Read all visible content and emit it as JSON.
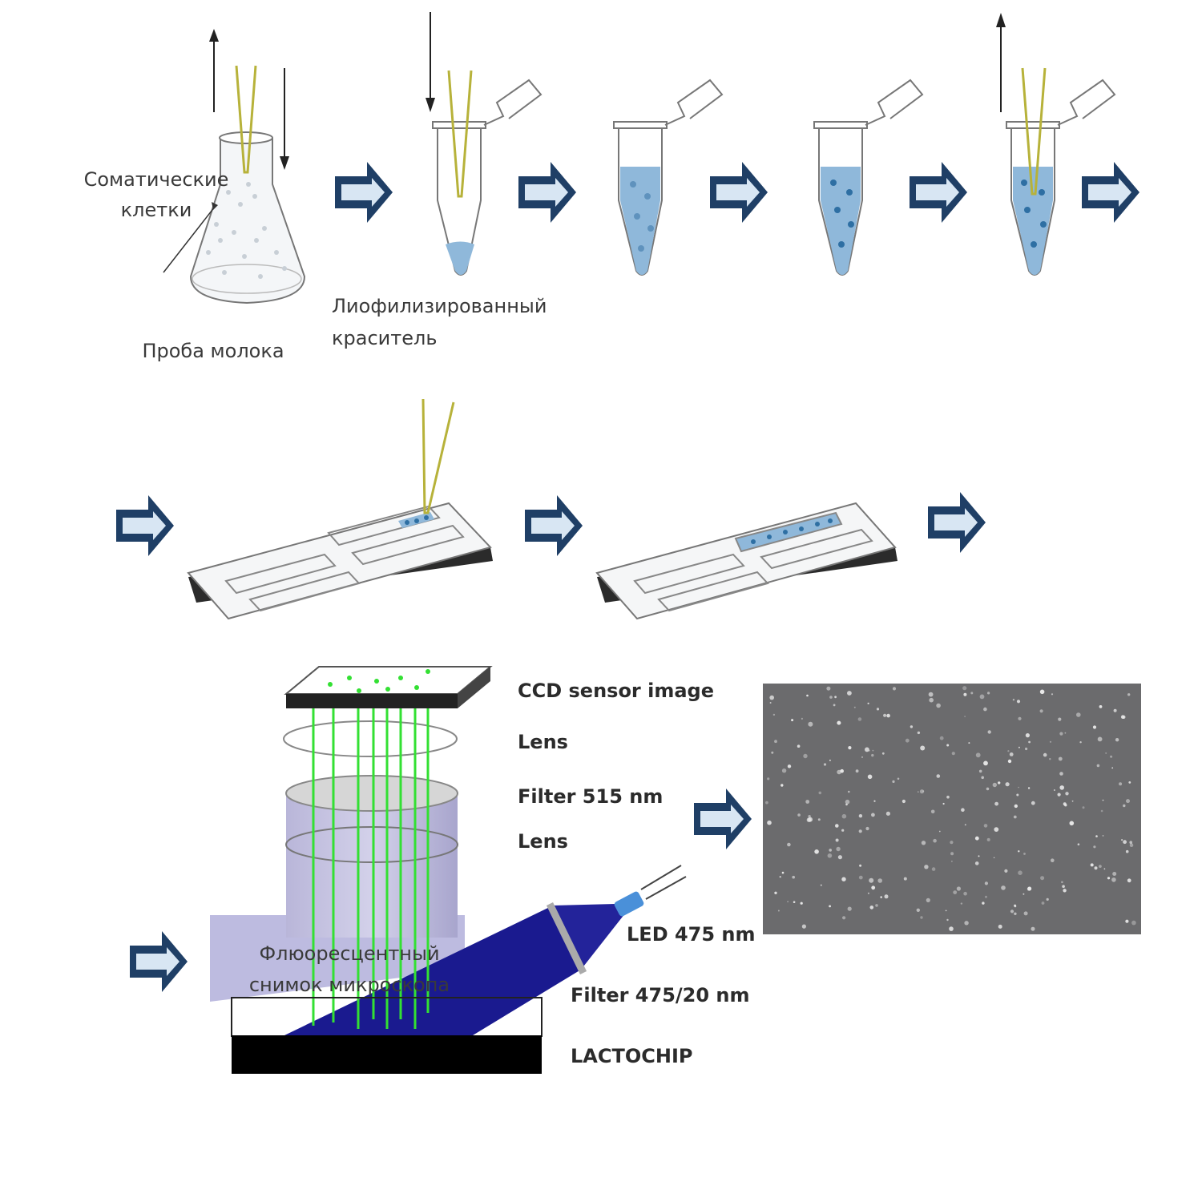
{
  "labels": {
    "somatic_line1": "Соматические",
    "somatic_line2": "клетки",
    "milk_sample": "Проба молока",
    "dye_line1": "Лиофилизированный",
    "dye_line2": "краситель",
    "fluor_line1": "Флюоресцентный",
    "fluor_line2": "снимок микроскопа",
    "ccd": "CCD sensor image",
    "lens_top": "Lens",
    "filter515": "Filter 515 nm",
    "lens_bottom": "Lens",
    "led": "LED 475 nm",
    "filter475": "Filter 475/20 nm",
    "lactochip": "LACTOCHIP"
  },
  "colors": {
    "arrow_fill": "#1f3f66",
    "arrow_inner": "#d8e6f3",
    "liquid": "#8fb8da",
    "cell": "#2e6fa3",
    "pipette": "#b7b23a",
    "beam": "#1a1a8f",
    "green_ray": "#33e033",
    "photo_bg": "#6b6b6d"
  }
}
